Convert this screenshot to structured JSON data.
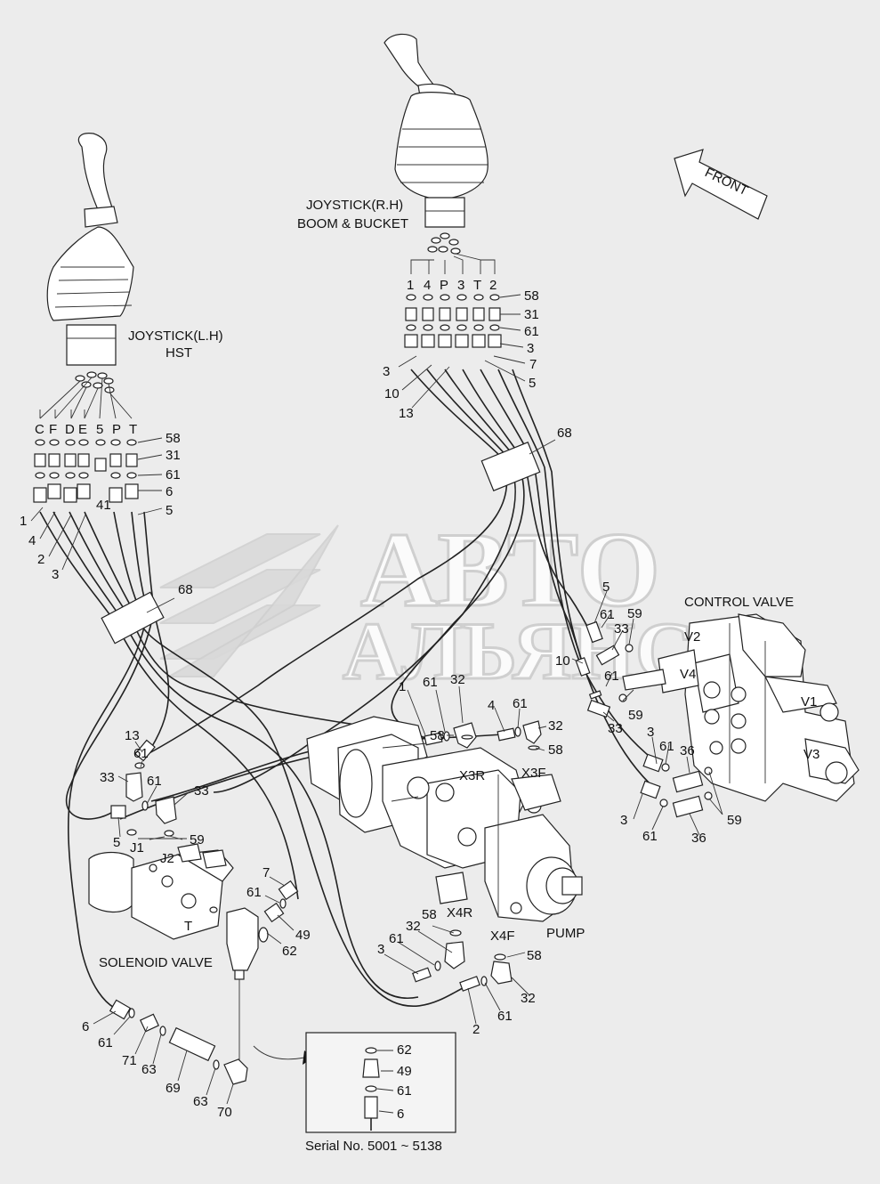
{
  "labels": {
    "joystick_lh_1": "JOYSTICK(L.H)",
    "joystick_lh_2": "HST",
    "joystick_rh_1": "JOYSTICK(R.H)",
    "joystick_rh_2": "BOOM & BUCKET",
    "front": "FRONT",
    "control_valve": "CONTROL VALVE",
    "pump": "PUMP",
    "solenoid_valve": "SOLENOID VALVE",
    "serial": "Serial No. 5001 ~ 5138"
  },
  "ports": {
    "lh": [
      "C",
      "F",
      "D",
      "E",
      "5",
      "P",
      "T"
    ],
    "rh": [
      "1",
      "4",
      "P",
      "3",
      "T",
      "2"
    ],
    "X3R": "X3R",
    "X3F": "X3F",
    "X4R": "X4R",
    "X4F": "X4F",
    "J1": "J1",
    "J2": "J2",
    "T": "T",
    "V1": "V1",
    "V2": "V2",
    "V3": "V3",
    "V4": "V4"
  },
  "callouts": {
    "lh_58": "58",
    "lh_31": "31",
    "lh_61": "61",
    "lh_6": "6",
    "lh_5": "5",
    "lh_41": "41",
    "lh_1": "1",
    "lh_4": "4",
    "lh_2": "2",
    "lh_3": "3",
    "lh_68": "68",
    "rh_58": "58",
    "rh_31": "31",
    "rh_61": "61",
    "rh_3": "3",
    "rh_7": "7",
    "rh_5": "5",
    "rh_3b": "3",
    "rh_10": "10",
    "rh_13": "13",
    "rh_68": "68",
    "cv_5": "5",
    "cv_61a": "61",
    "cv_59a": "59",
    "cv_33a": "33",
    "cv_10": "10",
    "cv_61b": "61",
    "cv_59b": "59",
    "cv_33b": "33",
    "cv_3a": "3",
    "cv_61c": "61",
    "cv_36a": "36",
    "cv_3b": "3",
    "cv_61d": "61",
    "cv_36b": "36",
    "cv_59c": "59",
    "p_1": "1",
    "p_61a": "61",
    "p_32a": "32",
    "p_58a": "58",
    "p_4": "4",
    "p_61b": "61",
    "p_32b": "32",
    "p_58b": "58",
    "l_13": "13",
    "l_61a": "61",
    "l_33a": "33",
    "l_61b": "61",
    "l_33b": "33",
    "l_5": "5",
    "l_59": "59",
    "m_7": "7",
    "m_61": "61",
    "m_49": "49",
    "m_62": "62",
    "x4_58a": "58",
    "x4_32a": "32",
    "x4_61a": "61",
    "x4_3": "3",
    "x4_58b": "58",
    "x4_32b": "32",
    "x4_61b": "61",
    "x4_2": "2",
    "b_6": "6",
    "b_61": "61",
    "b_71": "71",
    "b_63a": "63",
    "b_69": "69",
    "b_63b": "63",
    "b_70": "70",
    "in_62": "62",
    "in_49": "49",
    "in_61": "61",
    "in_6": "6"
  },
  "watermark": {
    "line1": "АВТО",
    "line2": "АЛЬЯНС"
  }
}
